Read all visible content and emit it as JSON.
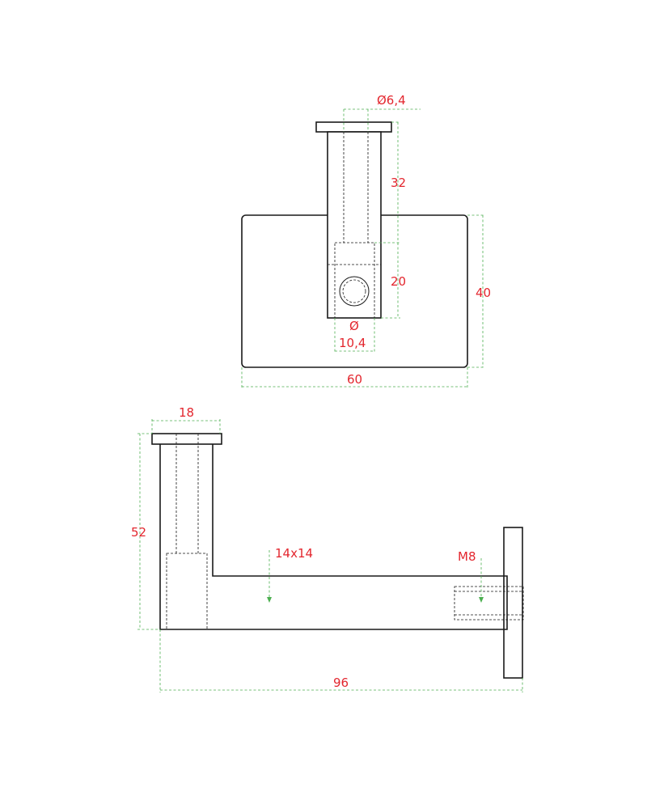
{
  "colors": {
    "outline": "#1a1a1a",
    "dimension_line": "#4caf50",
    "dimension_text": "#e3262e",
    "background": "#ffffff"
  },
  "top_view": {
    "dims": {
      "bore_diameter": "Ø6,4",
      "height_above_plate": "32",
      "socket_depth": "20",
      "plate_height": "40",
      "socket_diameter_symbol": "Ø",
      "socket_diameter": "10,4",
      "plate_width": "60"
    }
  },
  "side_view": {
    "dims": {
      "cap_width": "18",
      "total_height": "52",
      "bar_section": "14x14",
      "thread": "M8",
      "total_length": "96"
    }
  }
}
